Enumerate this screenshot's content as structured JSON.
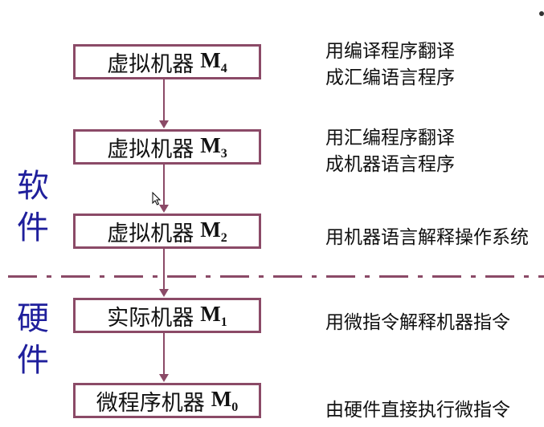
{
  "levels": [
    {
      "label": "虚拟机器",
      "m": "M",
      "sub": "4"
    },
    {
      "label": "虚拟机器",
      "m": "M",
      "sub": "3"
    },
    {
      "label": "虚拟机器",
      "m": "M",
      "sub": "2"
    },
    {
      "label": "实际机器",
      "m": "M",
      "sub": "1"
    },
    {
      "label": "微程序机器",
      "m": "M",
      "sub": "0"
    }
  ],
  "descriptions": [
    {
      "line1": "用编译程序翻译",
      "line2": "成汇编语言程序"
    },
    {
      "line1": "用汇编程序翻译",
      "line2": "成机器语言程序"
    },
    {
      "line1": "用机器语言解释操作系统"
    },
    {
      "line1": "用微指令解释机器指令"
    },
    {
      "line1": "由硬件直接执行微指令"
    }
  ],
  "side_labels": {
    "software": {
      "char1": "软",
      "char2": "件"
    },
    "hardware": {
      "char1": "硬",
      "char2": "件"
    }
  },
  "colors": {
    "box_border": "#8b4a67",
    "side_text": "#1f1f9c",
    "divider": "#8b4a67"
  }
}
